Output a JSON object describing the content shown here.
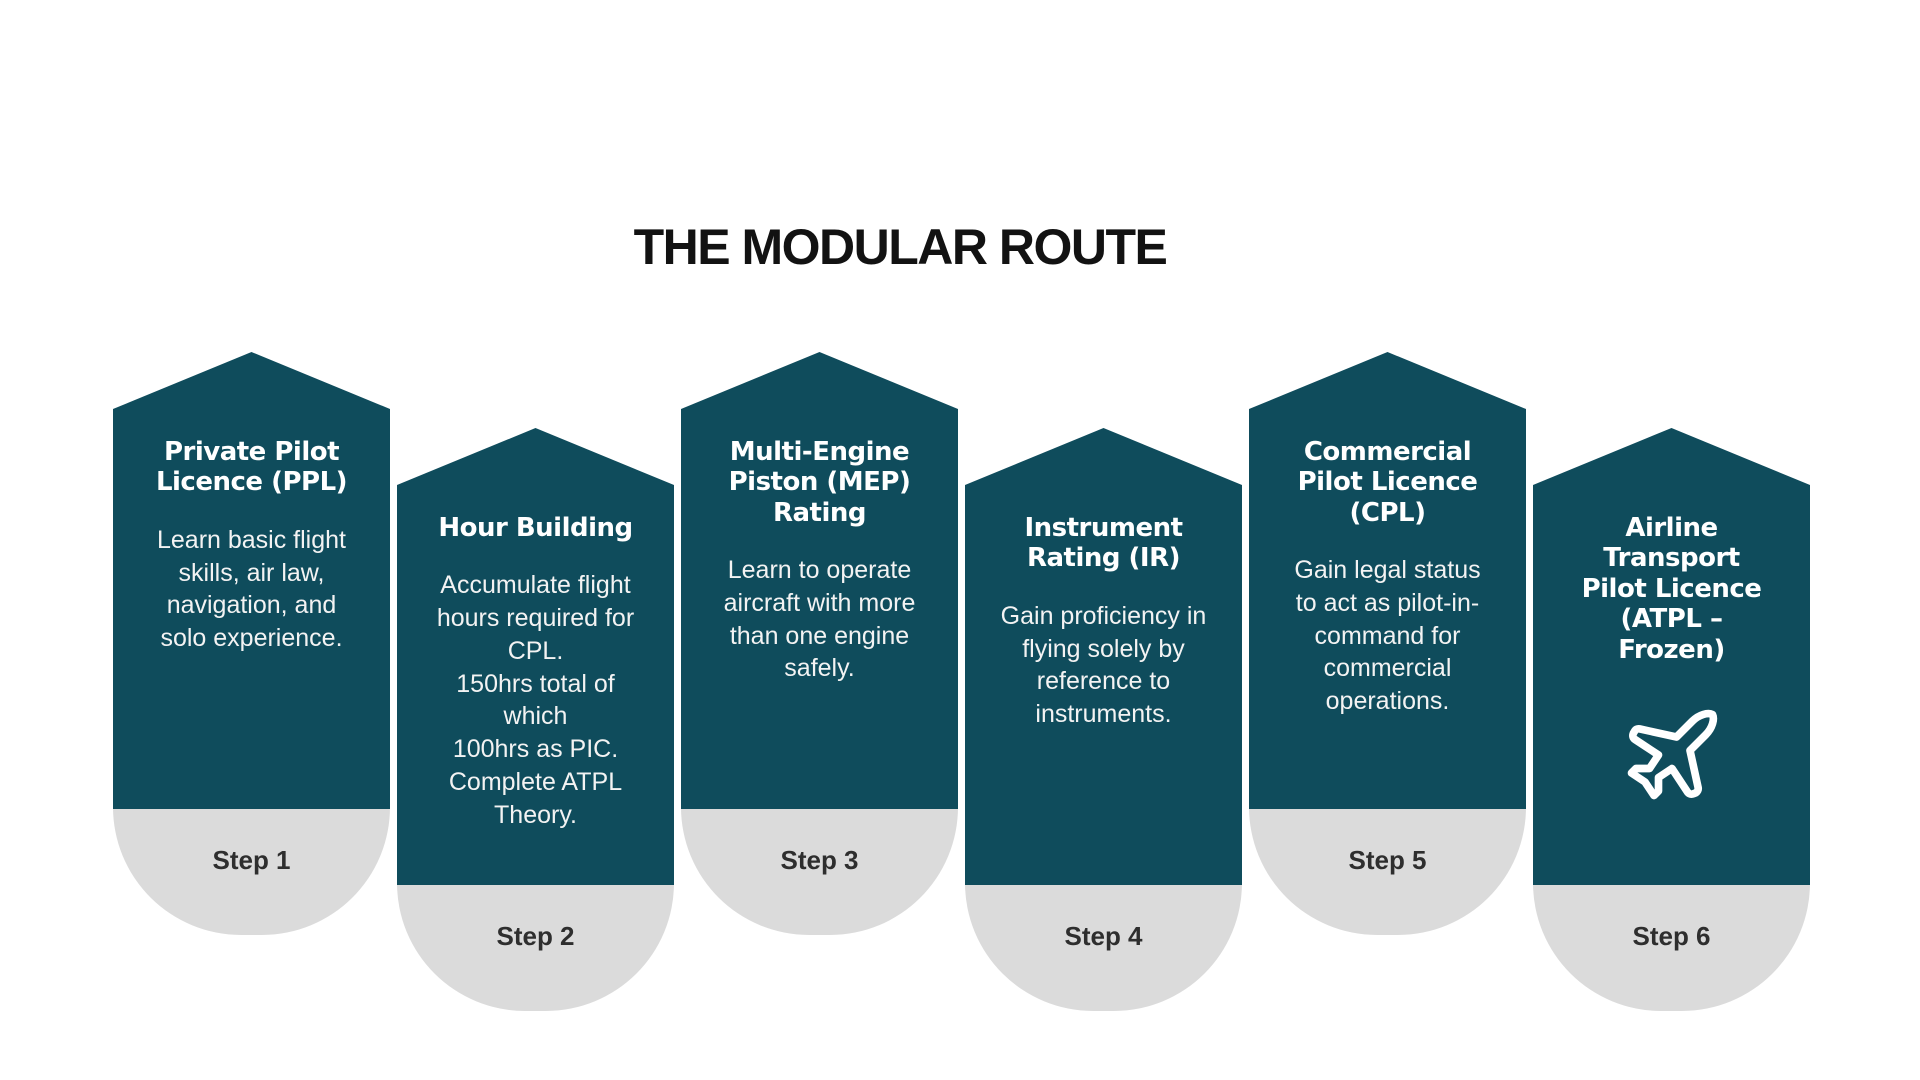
{
  "title": "THE MODULAR ROUTE",
  "colors": {
    "card_teal": "#0F4C5C",
    "badge_gray": "#DBDBDB",
    "step_text": "#2E2E2E",
    "title_text": "#121212",
    "card_text": "#FFFFFF"
  },
  "steps": [
    {
      "heading": "Private Pilot\nLicence (PPL)",
      "body": "Learn basic flight\nskills, air law,\nnavigation, and\nsolo experience.",
      "step_label": "Step 1"
    },
    {
      "heading": "Hour Building",
      "body": "Accumulate flight\nhours required for\nCPL.\n150hrs total of\nwhich\n100hrs as PIC.\nComplete ATPL\nTheory.",
      "step_label": "Step 2"
    },
    {
      "heading": "Multi-Engine\nPiston (MEP)\nRating",
      "body": "Learn to operate\naircraft with more\nthan one engine\nsafely.",
      "step_label": "Step 3"
    },
    {
      "heading": "Instrument\nRating (IR)",
      "body": "Gain proficiency in\nflying solely by\nreference to\ninstruments.",
      "step_label": "Step 4"
    },
    {
      "heading": "Commercial\nPilot Licence\n(CPL)",
      "body": "Gain legal status\nto act as pilot-in-\ncommand for\ncommercial\noperations.",
      "step_label": "Step 5"
    },
    {
      "heading": "Airline\nTransport\nPilot Licence\n(ATPL –\nFrozen)",
      "body": "",
      "step_label": "Step 6",
      "icon": "airplane-icon"
    }
  ]
}
